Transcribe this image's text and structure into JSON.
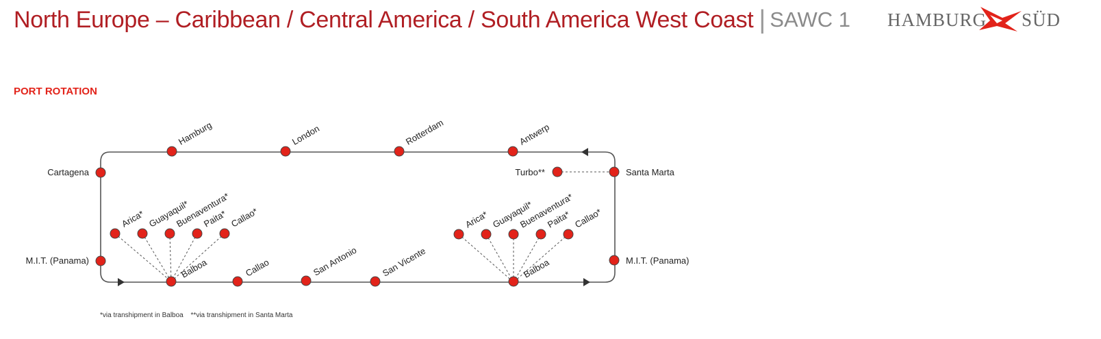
{
  "header": {
    "title": "North Europe – Caribbean / Central America / South America West Coast",
    "separator": "|",
    "service_code": "SAWC 1",
    "brand": {
      "left": "HAMBURG",
      "right": "SÜD",
      "flag_color": "#e2231a"
    }
  },
  "section_heading": "PORT ROTATION",
  "diagram": {
    "route_color": "#555555",
    "port_color": "#e2231a",
    "ports": {
      "hamburg": "Hamburg",
      "london": "London",
      "rotterdam": "Rotterdam",
      "antwerp": "Antwerp",
      "cartagena": "Cartagena",
      "santa_marta": "Santa Marta",
      "turbo": "Turbo**",
      "mit_left": "M.I.T. (Panama)",
      "mit_right": "M.I.T. (Panama)",
      "balboa_left": "Balboa",
      "balboa_right": "Balboa",
      "callao_main": "Callao",
      "san_antonio": "San Antonio",
      "san_vicente": "San Vicente"
    },
    "feeder_left": [
      "Arica*",
      "Guayaquil*",
      "Buenaventura*",
      "Paita*",
      "Callao*"
    ],
    "feeder_right": [
      "Arica*",
      "Guayaquil*",
      "Buenaventura*",
      "Paita*",
      "Callao*"
    ]
  },
  "footnotes": {
    "balboa": "*via transhipment in Balboa",
    "santa_marta": "**via transhipment in Santa Marta"
  }
}
